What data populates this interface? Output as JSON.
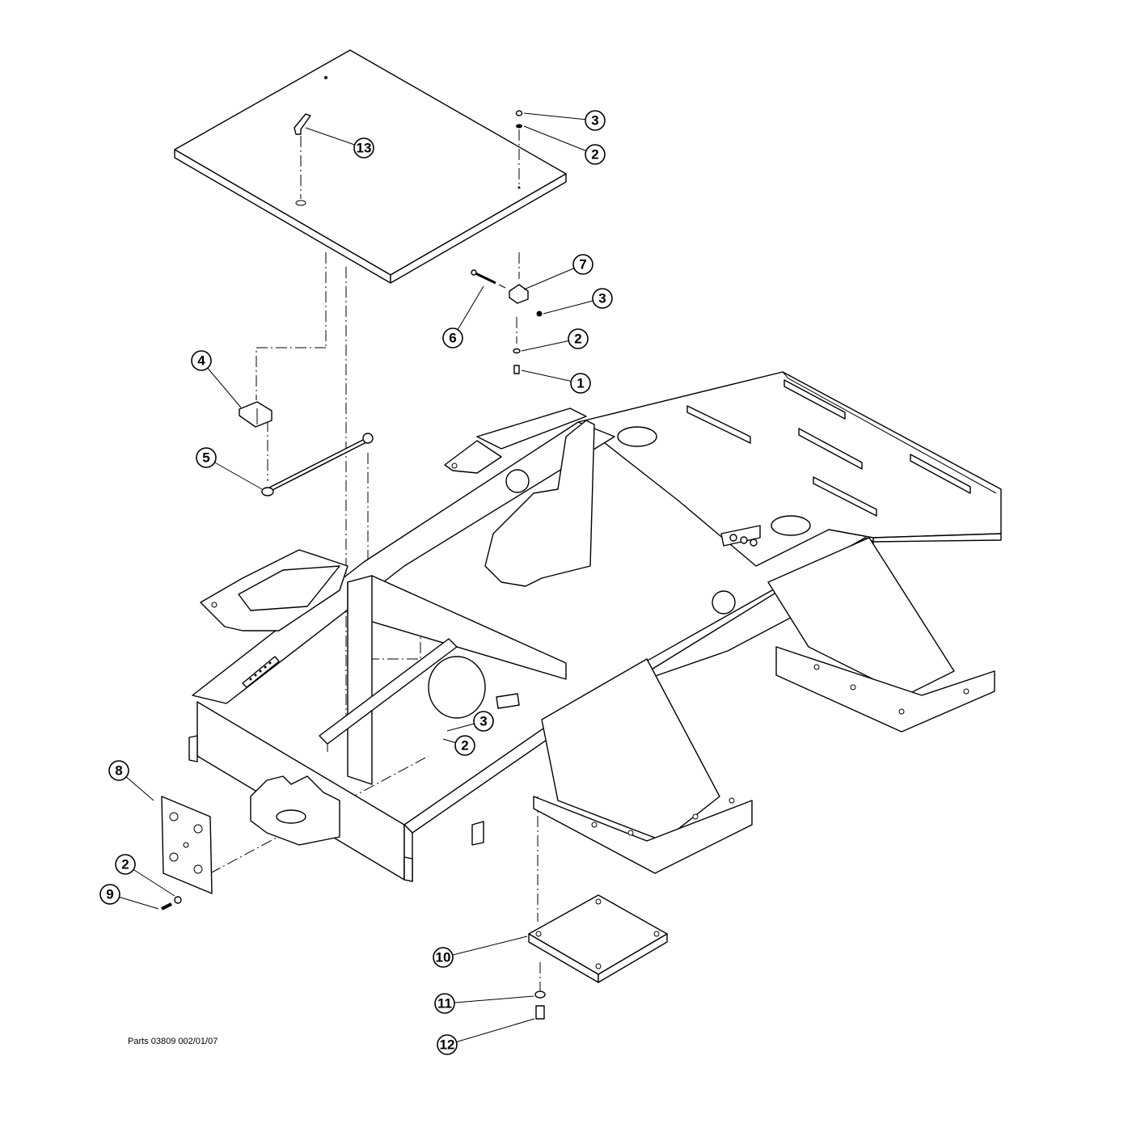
{
  "caption": "Parts 03809  002/01/07",
  "callouts": [
    {
      "id": "c1",
      "label": "1"
    },
    {
      "id": "c2a",
      "label": "2"
    },
    {
      "id": "c2b",
      "label": "2"
    },
    {
      "id": "c2c",
      "label": "2"
    },
    {
      "id": "c2d",
      "label": "2"
    },
    {
      "id": "c3a",
      "label": "3"
    },
    {
      "id": "c3b",
      "label": "3"
    },
    {
      "id": "c3c",
      "label": "3"
    },
    {
      "id": "c4",
      "label": "4"
    },
    {
      "id": "c5",
      "label": "5"
    },
    {
      "id": "c6",
      "label": "6"
    },
    {
      "id": "c7",
      "label": "7"
    },
    {
      "id": "c8",
      "label": "8"
    },
    {
      "id": "c9",
      "label": "9"
    },
    {
      "id": "c10",
      "label": "10"
    },
    {
      "id": "c11",
      "label": "11"
    },
    {
      "id": "c12",
      "label": "12"
    },
    {
      "id": "c13",
      "label": "13"
    }
  ]
}
